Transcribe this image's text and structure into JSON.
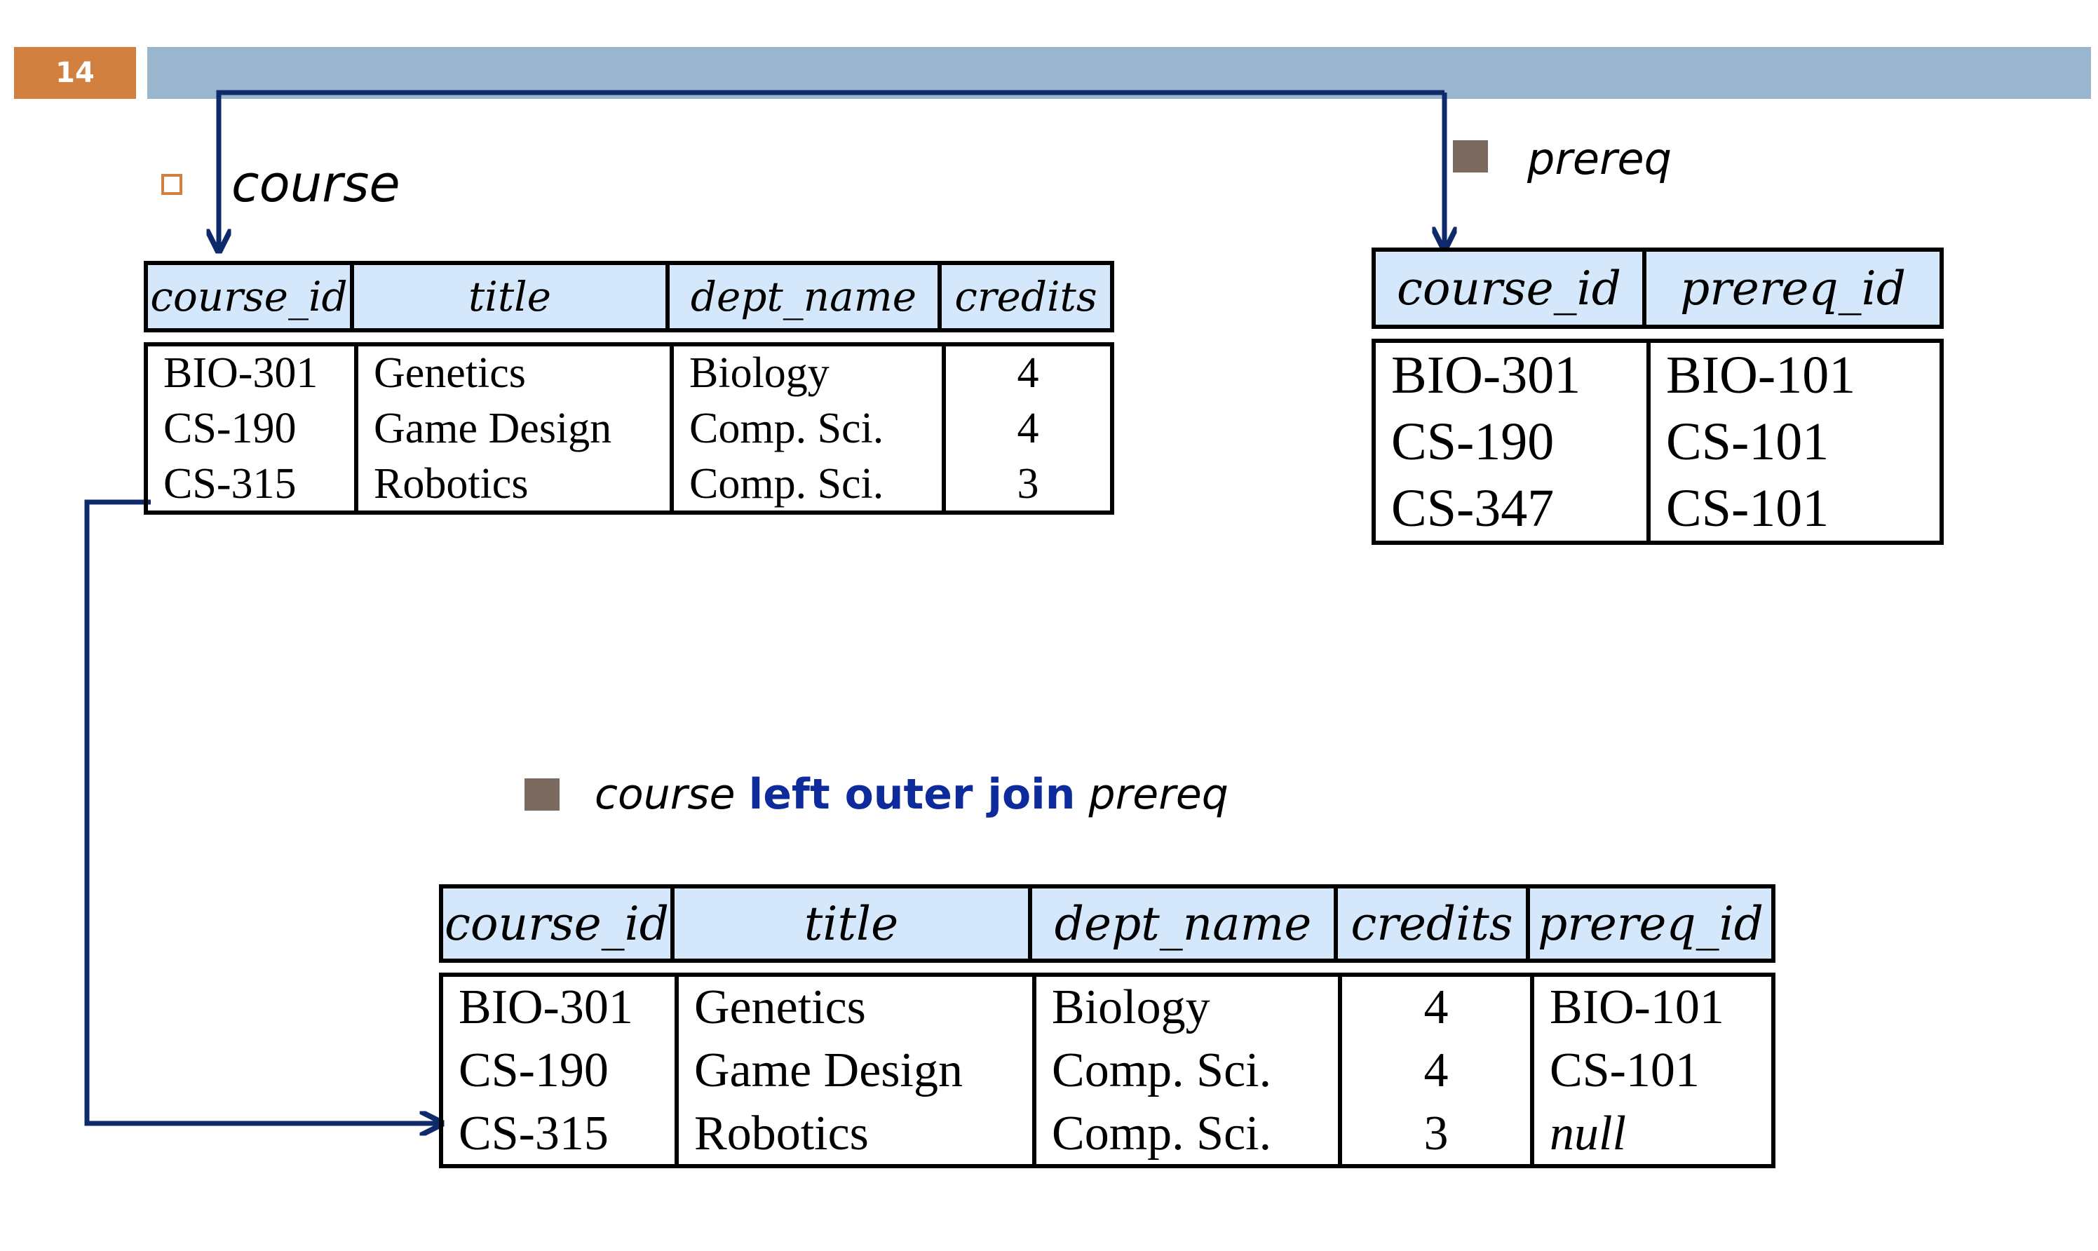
{
  "slide": {
    "number": "14"
  },
  "course": {
    "label": "course",
    "columns": [
      "course_id",
      "title",
      "dept_name",
      "credits"
    ],
    "rows": [
      [
        "BIO-301",
        "Genetics",
        "Biology",
        "4"
      ],
      [
        "CS-190",
        "Game Design",
        "Comp. Sci.",
        "4"
      ],
      [
        "CS-315",
        "Robotics",
        "Comp. Sci.",
        "3"
      ]
    ]
  },
  "prereq": {
    "label": "prereq",
    "columns": [
      "course_id",
      "prereq_id"
    ],
    "rows": [
      [
        "BIO-301",
        "BIO-101"
      ],
      [
        "CS-190",
        "CS-101"
      ],
      [
        "CS-347",
        "CS-101"
      ]
    ]
  },
  "result": {
    "label_left": "course",
    "label_op": "left outer join",
    "label_right": "prereq",
    "columns": [
      "course_id",
      "title",
      "dept_name",
      "credits",
      "prereq_id"
    ],
    "rows": [
      [
        "BIO-301",
        "Genetics",
        "Biology",
        "4",
        "BIO-101"
      ],
      [
        "CS-190",
        "Game Design",
        "Comp. Sci.",
        "4",
        "CS-101"
      ],
      [
        "CS-315",
        "Robotics",
        "Comp. Sci.",
        "3",
        "null"
      ]
    ]
  },
  "colors": {
    "accent": "#d2803f",
    "header_bar": "#9ab6cf",
    "table_header": "#d5e8fb",
    "arrow": "#0e2a6b",
    "keyword": "#0d2b9a",
    "bullet": "#7a6a60"
  }
}
